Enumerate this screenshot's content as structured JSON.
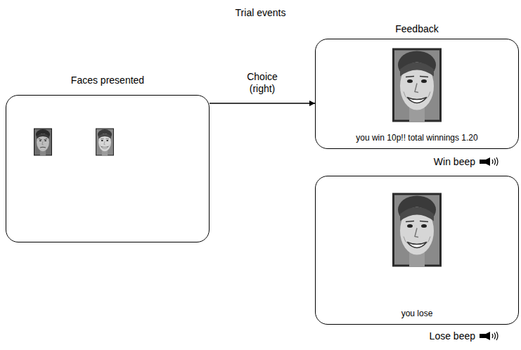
{
  "diagram": {
    "title": "Trial events",
    "nodes": [
      {
        "text": [
          "Faces presented"
        ]
      },
      {
        "text": [
          "you win 10p!! total winnings 1.20"
        ]
      },
      {
        "text": [
          "you lose"
        ]
      }
    ],
    "edges": [
      {
        "from": 0,
        "to": 1,
        "arrow": "to",
        "label": "Choice (right)"
      }
    ],
    "labels": [
      "Feedback",
      "Win beep",
      "Lose beep"
    ]
  }
}
